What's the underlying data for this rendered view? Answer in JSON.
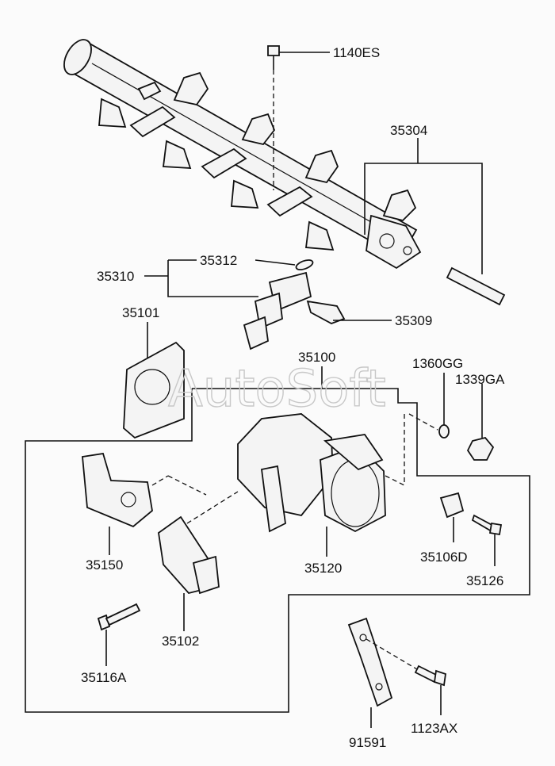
{
  "watermark": "AutoSoft",
  "labels": {
    "l1140ES": "1140ES",
    "l35304": "35304",
    "l35312": "35312",
    "l35310": "35310",
    "l35309": "35309",
    "l35101": "35101",
    "l35100": "35100",
    "l1360GG": "1360GG",
    "l1339GA": "1339GA",
    "l35150": "35150",
    "l35120": "35120",
    "l35106D": "35106D",
    "l35126": "35126",
    "l35102": "35102",
    "l35116A": "35116A",
    "l91591": "91591",
    "l1123AX": "1123AX"
  }
}
